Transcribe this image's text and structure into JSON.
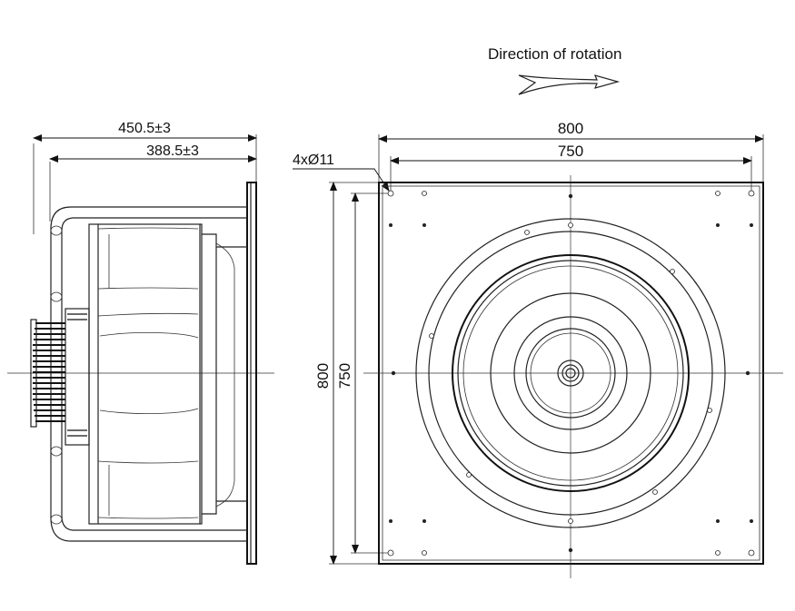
{
  "rotation_label": "Direction of rotation",
  "side_view": {
    "overall_length": "450.5±3",
    "body_length": "388.5±3"
  },
  "front_view": {
    "width_outer": "800",
    "width_holes": "750",
    "height_outer": "800",
    "height_holes": "750",
    "hole_callout": "4xØ11"
  }
}
